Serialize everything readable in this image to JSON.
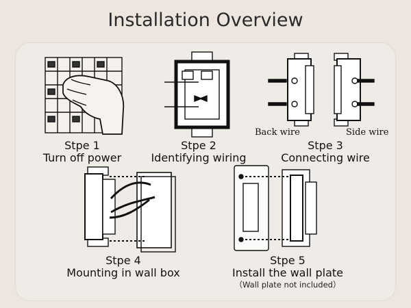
{
  "title": "Installation Overview",
  "steps": [
    {
      "num": "Stpe 1",
      "desc": "Turn off power"
    },
    {
      "num": "Stpe 2",
      "desc": "Identifying wiring"
    },
    {
      "num": "Stpe 3",
      "desc": "Connecting wire"
    },
    {
      "num": "Stpe 4",
      "desc": "Mounting in wall box"
    },
    {
      "num": "Stpe 5",
      "desc": "Install the wall plate"
    }
  ],
  "step3_labels": {
    "back": "Back wire",
    "side": "Side wire"
  },
  "step5_note": "（Wall plate not included）",
  "icons": {
    "step1": "hand-on-breaker-icon",
    "step2": "switch-terminals-icon",
    "step3": "switch-wiring-icon",
    "step4": "wall-box-mount-icon",
    "step5": "wall-plate-icon"
  },
  "colors": {
    "background": "#ece6df",
    "panel": "#efebe6",
    "ink": "#1a1a1a"
  }
}
